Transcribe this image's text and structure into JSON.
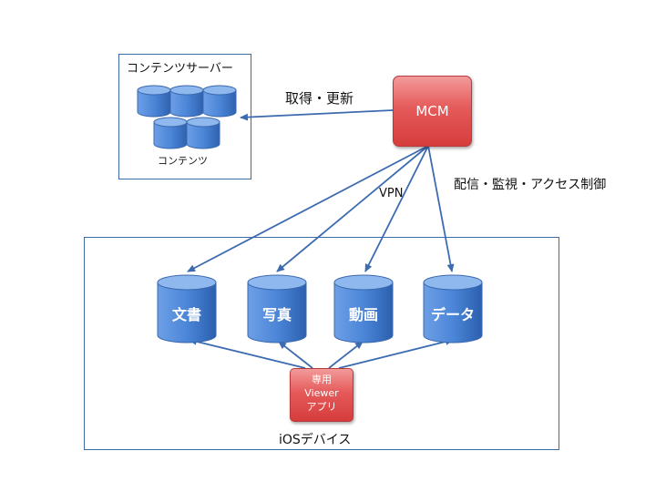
{
  "server": {
    "title": "コンテンツサーバー",
    "contents_label": "コンテンツ"
  },
  "mcm": {
    "label": "MCM"
  },
  "edges": {
    "fetch_update": "取得・更新",
    "vpn": "VPN",
    "deliver_control": "配信・監視・アクセス制御"
  },
  "ios": {
    "title": "iOSデバイス",
    "stores": [
      "文書",
      "写真",
      "動画",
      "データ"
    ],
    "viewer": {
      "line1": "専用",
      "line2": "Viewer",
      "line3": "アプリ"
    }
  },
  "colors": {
    "frame": "#3a6aa8",
    "cylinder": "#4d86d6",
    "red": "#e05050",
    "arrow": "#3d6bb0"
  }
}
